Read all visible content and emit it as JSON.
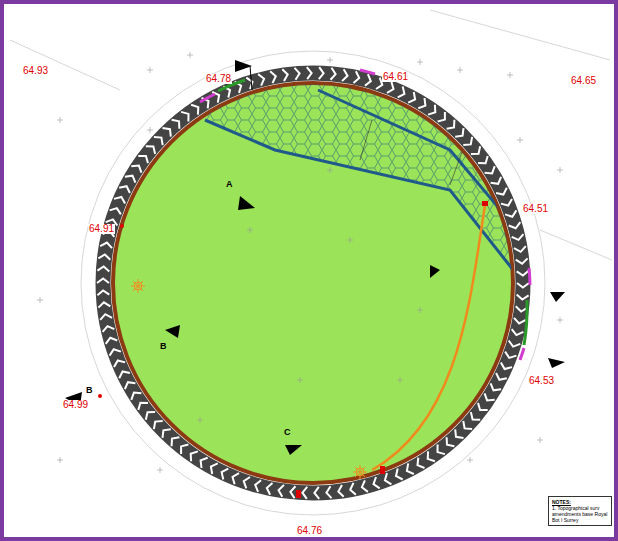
{
  "diagram": {
    "nodes": [
      {
        "text": [
          "NOTES:",
          "1. Topographical surv amendments base Royal Bot I Surrey"
        ]
      }
    ],
    "labels": [
      "64.93",
      "64.78",
      "64.61",
      "64.65",
      "64.51",
      "64.91",
      "64.99",
      "64.53",
      "64.76",
      "A",
      "B",
      "B",
      "C"
    ]
  }
}
